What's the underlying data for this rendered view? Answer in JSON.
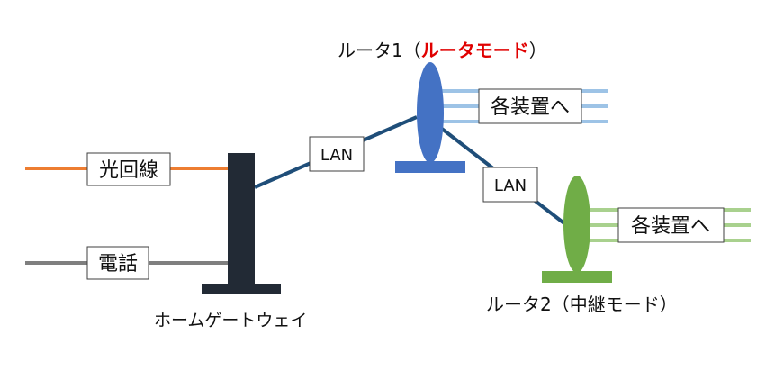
{
  "colors": {
    "fiber_line": "#ED7D31",
    "phone_line": "#7F7F7F",
    "gateway": "#222A35",
    "lan_cable": "#1F4E79",
    "router1": "#4472C4",
    "router1_lines": "#9DC3E6",
    "router2": "#70AD47",
    "router2_lines": "#A9D18E",
    "router_mode_text": "#E00000"
  },
  "labels": {
    "fiber": "光回線",
    "phone": "電話",
    "gateway": "ホームゲートウェイ",
    "lan1": "LAN",
    "lan2": "LAN",
    "router1_prefix": "ルータ1（",
    "router1_mode": "ルータモード",
    "router1_suffix": "）",
    "router2": "ルータ2（中継モード）",
    "devices1": "各装置へ",
    "devices2": "各装置へ"
  },
  "icons": {
    "gateway": "home-gateway-icon",
    "router1": "router-icon",
    "router2": "router-icon"
  }
}
